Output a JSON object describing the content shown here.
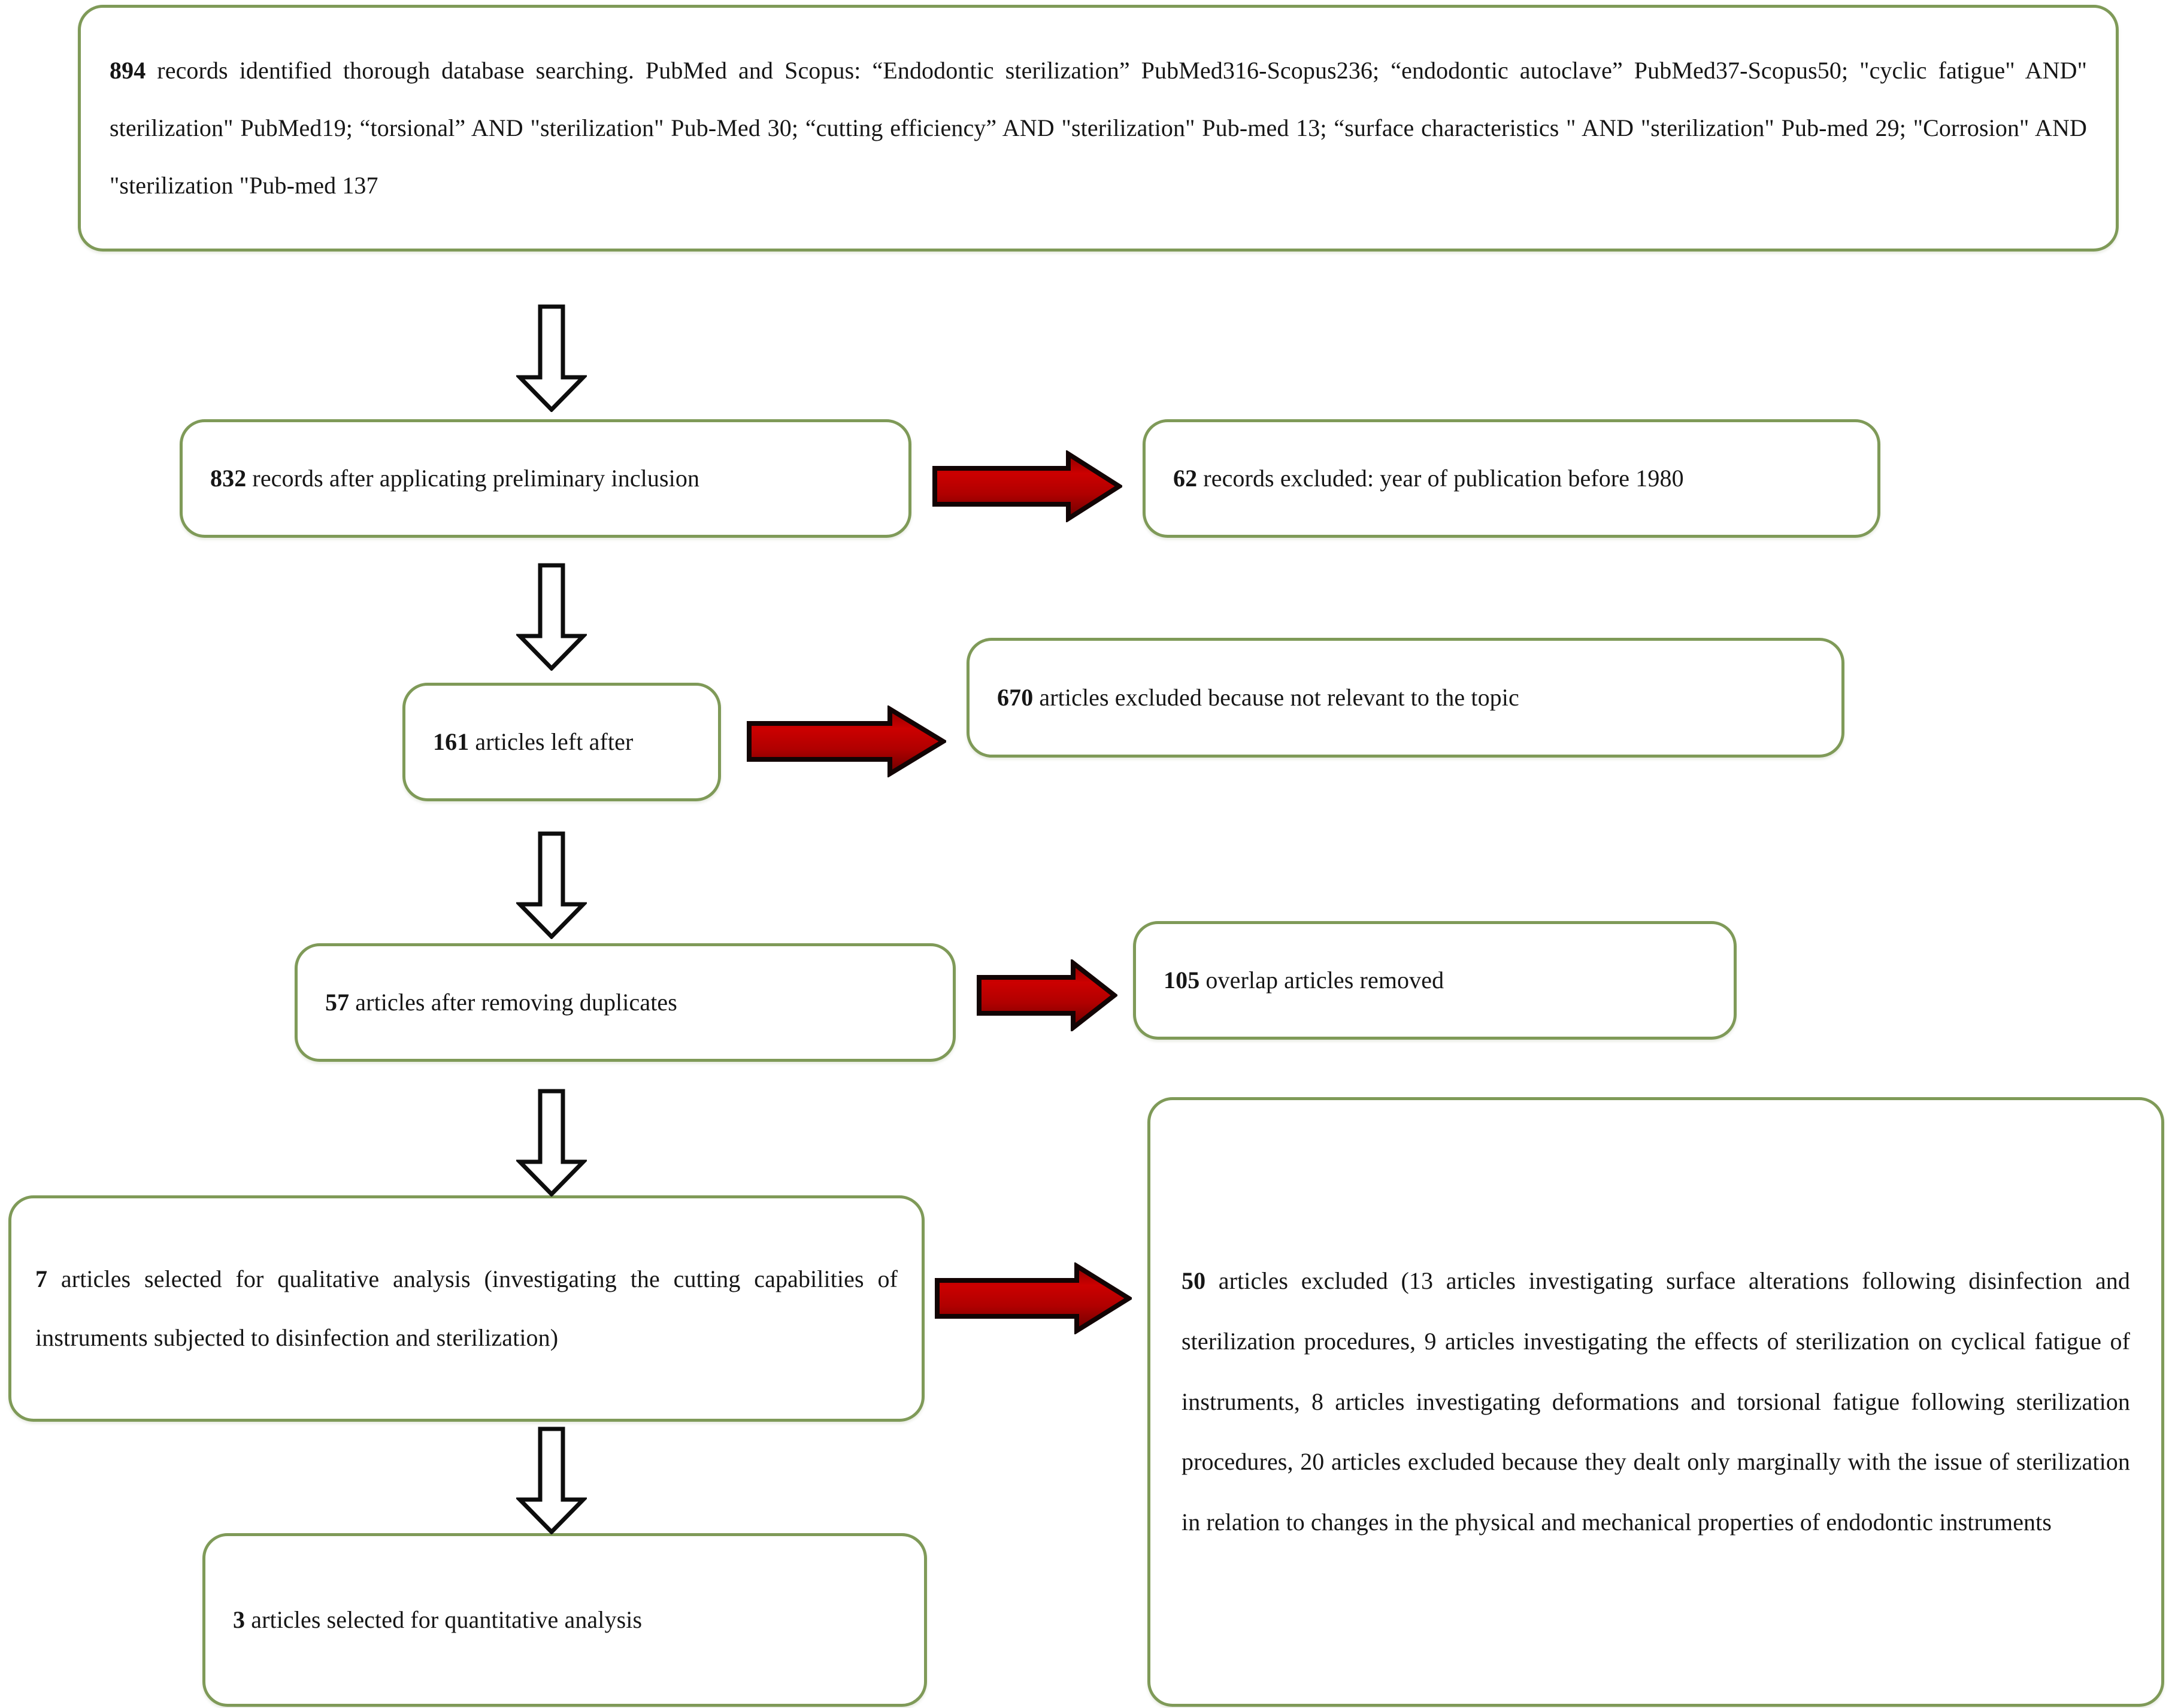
{
  "diagram": {
    "title": "PRISMA flow diagram of study selection",
    "colors": {
      "box_border": "#7f9a58",
      "box_fill": "#ffffff",
      "red_arrow": "#b40000",
      "red_arrow_dark": "#7a0000",
      "arrow_outline": "#111111",
      "page_background": "#ffffff"
    }
  },
  "nodes": {
    "identified": {
      "id": "records-identified",
      "count": "894",
      "text": "894 records identified thorough database searching. PubMed and Scopus: “Endodontic sterilization” PubMed316-Scopus236; “endodontic autoclave” PubMed37-Scopus50; \"cyclic fatigue\" AND\" sterilization\" PubMed19; “torsional” AND \"sterilization\" Pub-Med 30; “cutting efficiency” AND \"sterilization\" Pub-med 13; “surface characteristics \" AND \"sterilization\" Pub-med 29; \"Corrosion\" AND \"sterilization \"Pub-med 137"
    },
    "after_inclusion": {
      "id": "records-after-preliminary-inclusion",
      "count": "832",
      "text": "832 records after applicating preliminary inclusion"
    },
    "excluded_year": {
      "id": "records-excluded-year",
      "count": "62",
      "text": "62 records excluded: year of publication before 1980"
    },
    "articles_left": {
      "id": "articles-left-after",
      "count": "161",
      "text": "161 articles left after"
    },
    "excluded_relevance": {
      "id": "articles-excluded-not-relevant",
      "count": "670",
      "text": "670 articles excluded because not relevant to the topic"
    },
    "after_duplicates": {
      "id": "articles-after-removing-duplicates",
      "count": "57",
      "text": "57 articles after removing duplicates"
    },
    "overlap_removed": {
      "id": "overlap-articles-removed",
      "count": "105",
      "text": "105 overlap articles removed"
    },
    "qualitative": {
      "id": "articles-qualitative-analysis",
      "count": "7",
      "text": "7 articles selected for qualitative analysis (investigating the cutting capabilities of instruments subjected to disinfection and sterilization)"
    },
    "excluded_50": {
      "id": "articles-excluded-detailed",
      "count": "50",
      "text": "50 articles excluded (13 articles investigating surface alterations following disinfection and sterilization procedures, 9 articles investigating the effects of sterilization on cyclical fatigue of instruments, 8 articles investigating deformations and torsional fatigue following sterilization procedures, 20 articles excluded because they dealt only marginally with the issue of sterilization in relation to changes in the physical and mechanical properties of endodontic instruments"
    },
    "quantitative": {
      "id": "articles-quantitative-analysis",
      "count": "3",
      "text": "3 articles selected for quantitative analysis"
    }
  },
  "arrows": {
    "down": [
      {
        "name": "down-arrow-identified-to-832"
      },
      {
        "name": "down-arrow-832-to-161"
      },
      {
        "name": "down-arrow-161-to-57"
      },
      {
        "name": "down-arrow-57-to-7"
      },
      {
        "name": "down-arrow-7-to-3"
      }
    ],
    "right": [
      {
        "name": "right-arrow-832-to-62"
      },
      {
        "name": "right-arrow-161-to-670"
      },
      {
        "name": "right-arrow-57-to-105"
      },
      {
        "name": "right-arrow-7-to-50"
      }
    ]
  }
}
